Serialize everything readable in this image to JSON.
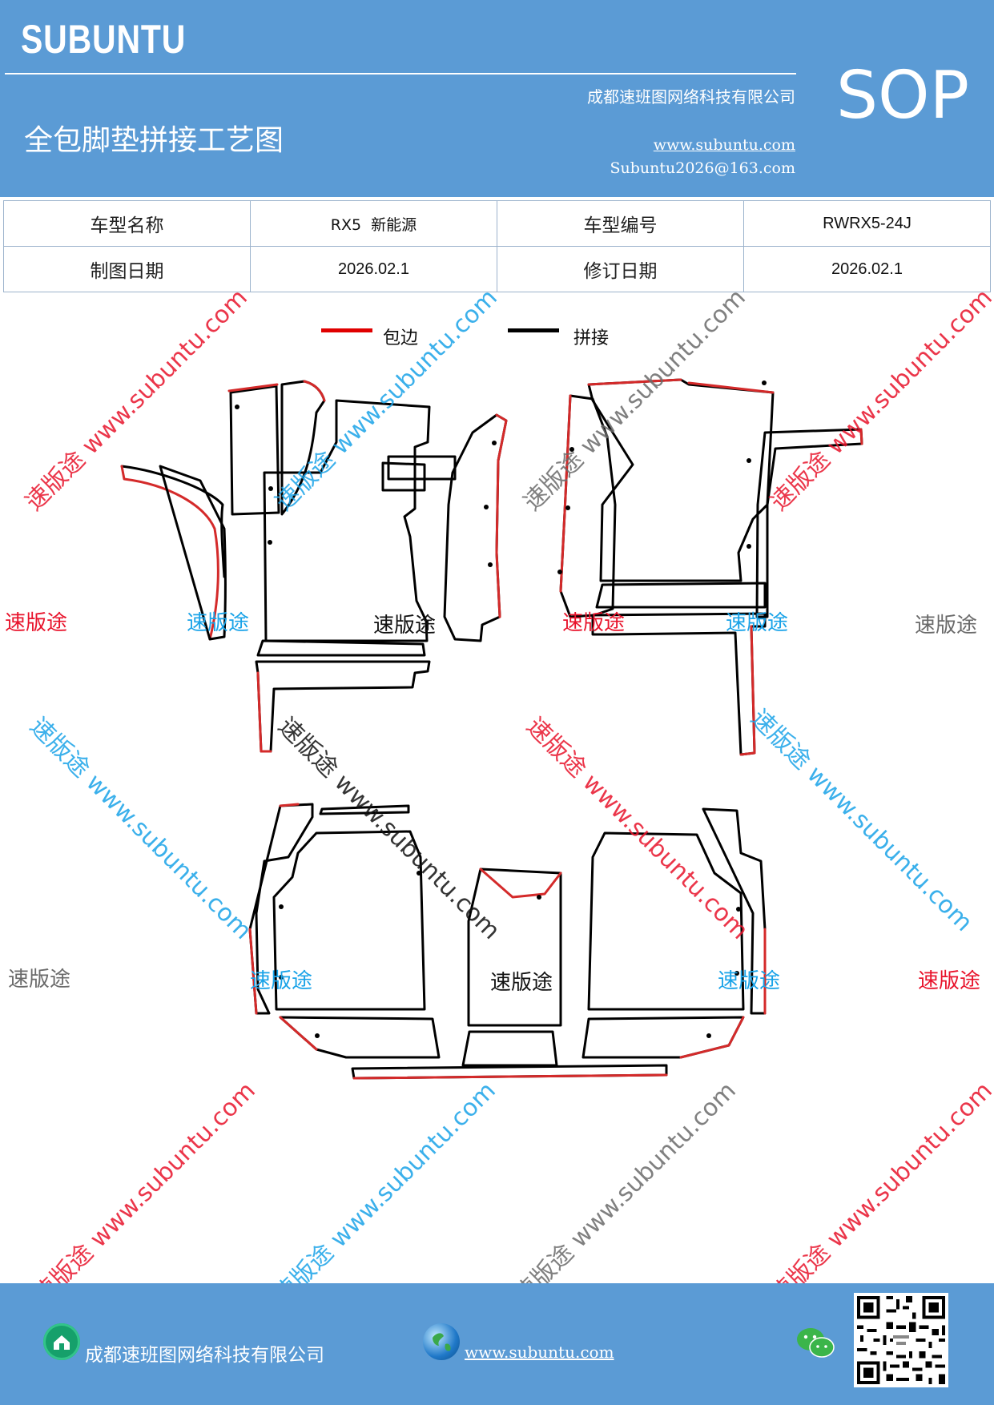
{
  "header": {
    "brand": "SUBUNTU",
    "title": "全包脚垫拼接工艺图",
    "company": "成都速班图网络科技有限公司",
    "website": "www.subuntu.com",
    "email": "Subuntu2026@163.com",
    "sop": "SOP"
  },
  "info": {
    "model_name_label": "车型名称",
    "model_name_value": "RX5  新能源",
    "model_code_label": "车型编号",
    "model_code_value": "RWRX5-24J",
    "draw_date_label": "制图日期",
    "draw_date_value": "2026.02.1",
    "revise_date_label": "修订日期",
    "revise_date_value": "2026.02.1"
  },
  "legend": {
    "edge_label": "包边",
    "edge_color": "#e00000",
    "joint_label": "拼接",
    "joint_color": "#000000"
  },
  "watermarks": {
    "brand_cn": "速版途",
    "diag_text": "速版途 www.subuntu.com"
  },
  "footer": {
    "company": "成都速班图网络科技有限公司",
    "website": "www.subuntu.com",
    "home_icon": "home-icon",
    "globe_icon": "globe-icon",
    "wechat_icon": "wechat-icon",
    "qr": "qr-code"
  }
}
